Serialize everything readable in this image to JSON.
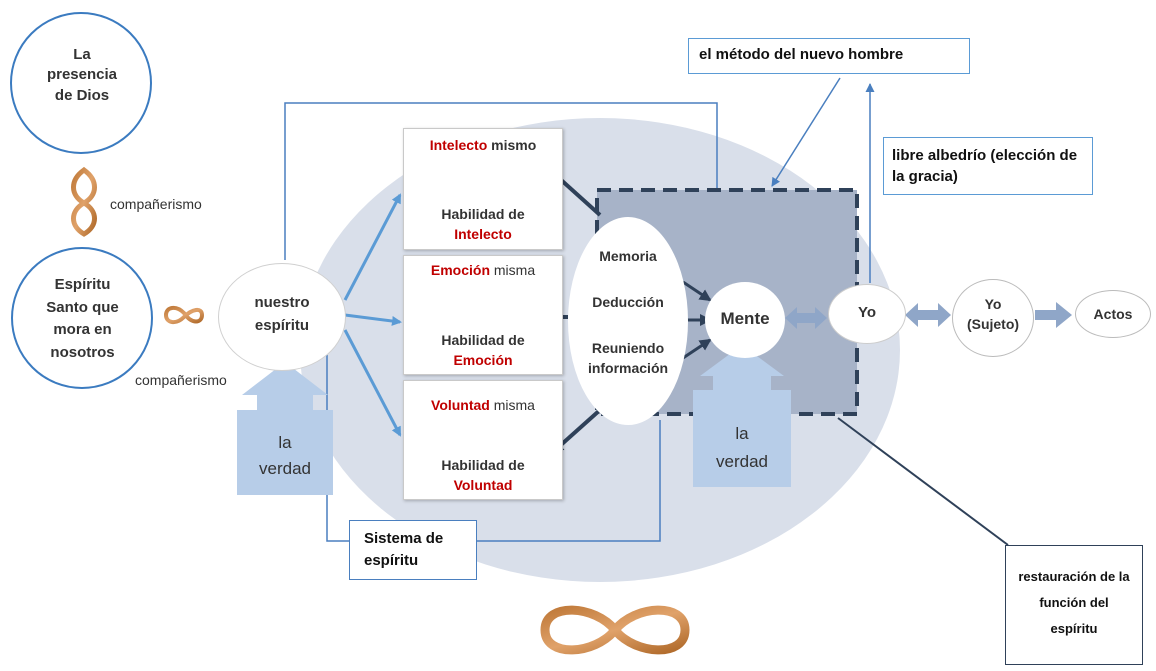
{
  "presence_of_god": "La presencia de Dios",
  "fellowship_top": "compañerismo",
  "holy_spirit": "Espíritu Santo que mora en nosotros",
  "fellowship_bottom": "compañerismo",
  "our_spirit": "nuestro espíritu",
  "truth_left": {
    "line1": "la",
    "line2": "verdad"
  },
  "truth_right": {
    "line1": "la",
    "line2": "verdad"
  },
  "intellect": {
    "red": "Intelecto",
    "rest": " mismo",
    "ability": "Habilidad de",
    "ability_red": "Intelecto"
  },
  "emotion": {
    "red": "Emoción",
    "rest": " misma",
    "ability": "Habilidad de",
    "ability_red": "Emoción"
  },
  "will": {
    "red": "Voluntad",
    "rest": " misma",
    "ability": "Habilidad de",
    "ability_red": "Voluntad"
  },
  "memory_items": [
    "Memoria",
    "Deducción",
    "Reuniendo información"
  ],
  "mind": "Mente",
  "self": "Yo",
  "subject": "Yo (Sujeto)",
  "acts": "Actos",
  "new_man_method": "el método del nuevo hombre",
  "free_will": "libre albedrío (elección de la gracia)",
  "spirit_system": "Sistema de espíritu",
  "restoration": "restauración de la función del espíritu",
  "colors": {
    "arrow_blue": "#5b9bd5",
    "dark_navy": "#2f4159",
    "big_ellipse": "#d9dfea",
    "red_text": "#c00000",
    "circle_border": "#3b7bc0"
  }
}
